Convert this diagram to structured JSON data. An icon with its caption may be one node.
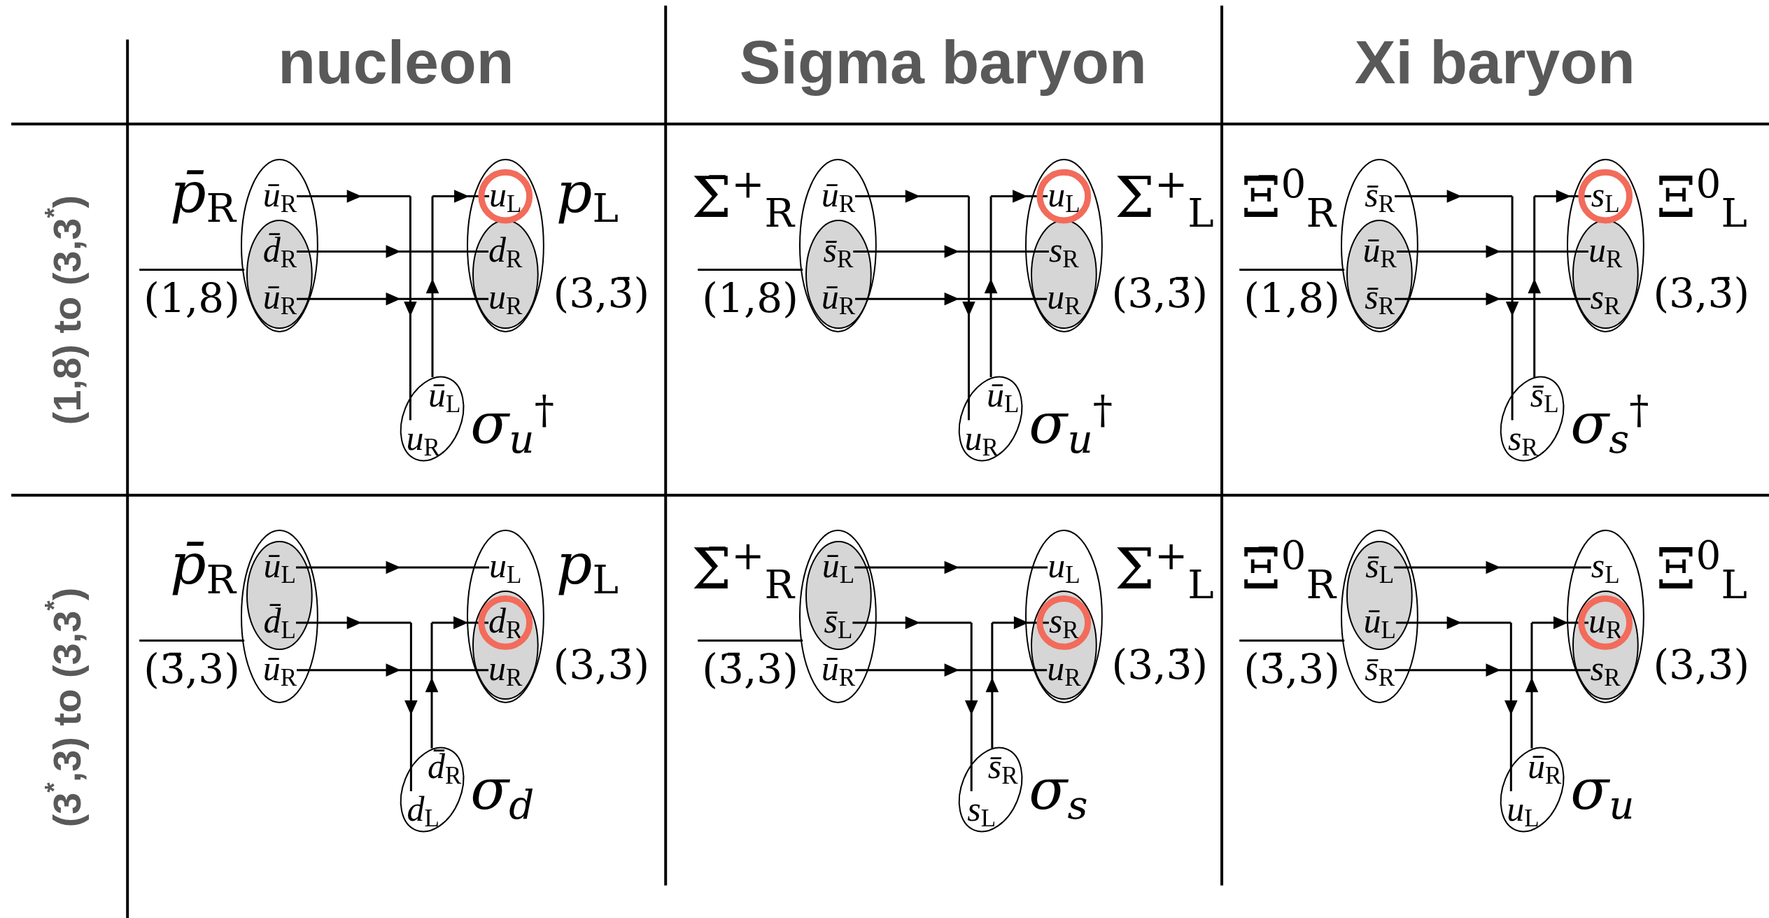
{
  "diagram": {
    "nodes": [
      {
        "text": [],
        "shape": "ellipse",
        "beside": [
          "*p̄*$_{R}$",
          "(1,8)"
        ]
      },
      {
        "text": [
          "*ū*$_{R}$"
        ],
        "in": 0
      },
      {
        "text": [],
        "shape": "ellipse",
        "in": 0
      },
      {
        "text": [
          "*d̄*$_{R}$"
        ],
        "in": 2
      },
      {
        "text": [
          "*ū*$_{R}$"
        ],
        "in": 2
      },
      {
        "text": [],
        "shape": "ellipse",
        "beside": [
          "*p*$_{L}$",
          "(3,3̄)"
        ]
      },
      {
        "text": [
          "*u*$_{L}$"
        ],
        "in": 5
      },
      {
        "text": [],
        "shape": "ellipse",
        "in": 5
      },
      {
        "text": [
          "*d*$_{R}$"
        ],
        "in": 7
      },
      {
        "text": [
          "*u*$_{R}$"
        ],
        "in": 7
      },
      {
        "text": [],
        "shape": "ellipse",
        "beside": [
          "*σ*$_{u}$$^{†}$"
        ]
      },
      {
        "text": [
          "*ū*$_{L}$"
        ],
        "in": 10
      },
      {
        "text": [
          "*u*$_{R}$"
        ],
        "in": 10
      },
      {
        "text": [],
        "shape": "ellipse",
        "beside": [
          "Σ̄$^{+}$$_{R}$",
          "(1,8)"
        ]
      },
      {
        "text": [
          "*ū*$_{R}$"
        ],
        "in": 13
      },
      {
        "text": [],
        "shape": "ellipse",
        "in": 13
      },
      {
        "text": [
          "*s̄*$_{R}$"
        ],
        "in": 15
      },
      {
        "text": [
          "*ū*$_{R}$"
        ],
        "in": 15
      },
      {
        "text": [],
        "shape": "ellipse",
        "beside": [
          "Σ$^{+}$$_{L}$",
          "(3,3̄)"
        ]
      },
      {
        "text": [
          "*u*$_{L}$"
        ],
        "in": 18
      },
      {
        "text": [],
        "shape": "ellipse",
        "in": 18
      },
      {
        "text": [
          "*s*$_{R}$"
        ],
        "in": 20
      },
      {
        "text": [
          "*u*$_{R}$"
        ],
        "in": 20
      },
      {
        "text": [],
        "shape": "ellipse",
        "beside": [
          "*σ*$_{u}$$^{†}$"
        ]
      },
      {
        "text": [
          "*ū*$_{L}$"
        ],
        "in": 23
      },
      {
        "text": [
          "*u*$_{R}$"
        ],
        "in": 23
      },
      {
        "text": [],
        "shape": "ellipse",
        "beside": [
          "Ξ̄$^{0}$$_{R}$",
          "(1,8)"
        ]
      },
      {
        "text": [
          "*s̄*$_{R}$"
        ],
        "in": 26
      },
      {
        "text": [],
        "shape": "ellipse",
        "in": 26
      },
      {
        "text": [
          "*ū*$_{R}$"
        ],
        "in": 28
      },
      {
        "text": [
          "*s̄*$_{R}$"
        ],
        "in": 28
      },
      {
        "text": [],
        "shape": "ellipse",
        "beside": [
          "Ξ$^{0}$$_{L}$",
          "(3,3̄)"
        ]
      },
      {
        "text": [
          "*s*$_{L}$"
        ],
        "in": 31
      },
      {
        "text": [],
        "shape": "ellipse",
        "in": 31
      },
      {
        "text": [
          "*u*$_{R}$"
        ],
        "in": 33
      },
      {
        "text": [
          "*s*$_{R}$"
        ],
        "in": 33
      },
      {
        "text": [],
        "shape": "ellipse",
        "beside": [
          "*σ*$_{s}$$^{†}$"
        ]
      },
      {
        "text": [
          "*s̄*$_{L}$"
        ],
        "in": 36
      },
      {
        "text": [
          "*s*$_{R}$"
        ],
        "in": 36
      },
      {
        "text": [],
        "shape": "ellipse",
        "beside": [
          "*p̄*$_{R}$",
          "(3̄,3)"
        ]
      },
      {
        "text": [],
        "shape": "ellipse",
        "in": 39
      },
      {
        "text": [
          "*ū*$_{L}$"
        ],
        "in": 40
      },
      {
        "text": [
          "*d̄*$_{L}$"
        ],
        "in": 40
      },
      {
        "text": [
          "*ū*$_{R}$"
        ],
        "in": 39
      },
      {
        "text": [],
        "shape": "ellipse",
        "beside": [
          "*p*$_{L}$",
          "(3,3̄)"
        ]
      },
      {
        "text": [
          "*u*$_{L}$"
        ],
        "in": 44
      },
      {
        "text": [],
        "shape": "ellipse",
        "in": 44
      },
      {
        "text": [
          "*d*$_{R}$"
        ],
        "in": 46
      },
      {
        "text": [
          "*u*$_{R}$"
        ],
        "in": 46
      },
      {
        "text": [],
        "shape": "ellipse",
        "beside": [
          "*σ*$_{d}$"
        ]
      },
      {
        "text": [
          "*d̄*$_{R}$"
        ],
        "in": 49
      },
      {
        "text": [
          "*d*$_{L}$"
        ],
        "in": 49
      },
      {
        "text": [],
        "shape": "ellipse",
        "beside": [
          "Σ̄$^{+}$$_{R}$",
          "(3̄,3)"
        ]
      },
      {
        "text": [],
        "shape": "ellipse",
        "in": 52
      },
      {
        "text": [
          "*ū*$_{L}$"
        ],
        "in": 53
      },
      {
        "text": [
          "*s̄*$_{L}$"
        ],
        "in": 53
      },
      {
        "text": [
          "*ū*$_{R}$"
        ],
        "in": 52
      },
      {
        "text": [],
        "shape": "ellipse",
        "beside": [
          "Σ$^{+}$$_{L}$",
          "(3,3̄)"
        ]
      },
      {
        "text": [
          "*u*$_{L}$"
        ],
        "in": 57
      },
      {
        "text": [],
        "shape": "ellipse",
        "in": 57
      },
      {
        "text": [
          "*s*$_{R}$"
        ],
        "in": 59
      },
      {
        "text": [
          "*u*$_{R}$"
        ],
        "in": 59
      },
      {
        "text": [],
        "shape": "ellipse",
        "beside": [
          "*σ*$_{s}$"
        ]
      },
      {
        "text": [
          "*s̄*$_{R}$"
        ],
        "in": 62
      },
      {
        "text": [
          "*s*$_{L}$"
        ],
        "in": 62
      },
      {
        "text": [],
        "shape": "ellipse",
        "beside": [
          "Ξ̄$^{0}$$_{R}$",
          "(3̄,3)"
        ]
      },
      {
        "text": [],
        "shape": "ellipse",
        "in": 65
      },
      {
        "text": [
          "*s̄*$_{L}$"
        ],
        "in": 66
      },
      {
        "text": [
          "*ū*$_{L}$"
        ],
        "in": 66
      },
      {
        "text": [
          "*s̄*$_{R}$"
        ],
        "in": 65
      },
      {
        "text": [],
        "shape": "ellipse",
        "beside": [
          "Ξ$^{0}$$_{L}$",
          "(3,3̄)"
        ]
      },
      {
        "text": [
          "*s*$_{L}$"
        ],
        "in": 70
      },
      {
        "text": [],
        "shape": "ellipse",
        "in": 70
      },
      {
        "text": [
          "*u*$_{R}$"
        ],
        "in": 72
      },
      {
        "text": [
          "*s*$_{R}$"
        ],
        "in": 72
      },
      {
        "text": [],
        "shape": "ellipse",
        "beside": [
          "*σ*$_{u}$"
        ]
      },
      {
        "text": [
          "*ū*$_{R}$"
        ],
        "in": 75
      },
      {
        "text": [
          "*u*$_{L}$"
        ],
        "in": 75
      }
    ],
    "edges": [
      {
        "from": 1,
        "to": 12,
        "arrow": "to"
      },
      {
        "from": 11,
        "to": 6,
        "arrow": "to"
      },
      {
        "from": 3,
        "to": 8,
        "arrow": "to"
      },
      {
        "from": 4,
        "to": 9,
        "arrow": "to"
      },
      {
        "from": 14,
        "to": 25,
        "arrow": "to"
      },
      {
        "from": 24,
        "to": 19,
        "arrow": "to"
      },
      {
        "from": 16,
        "to": 21,
        "arrow": "to"
      },
      {
        "from": 17,
        "to": 22,
        "arrow": "to"
      },
      {
        "from": 27,
        "to": 38,
        "arrow": "to"
      },
      {
        "from": 37,
        "to": 32,
        "arrow": "to"
      },
      {
        "from": 29,
        "to": 34,
        "arrow": "to"
      },
      {
        "from": 30,
        "to": 35,
        "arrow": "to"
      },
      {
        "from": 41,
        "to": 45,
        "arrow": "to"
      },
      {
        "from": 42,
        "to": 51,
        "arrow": "to"
      },
      {
        "from": 50,
        "to": 47,
        "arrow": "to"
      },
      {
        "from": 43,
        "to": 48,
        "arrow": "to"
      },
      {
        "from": 54,
        "to": 58,
        "arrow": "to"
      },
      {
        "from": 55,
        "to": 64,
        "arrow": "to"
      },
      {
        "from": 63,
        "to": 60,
        "arrow": "to"
      },
      {
        "from": 56,
        "to": 61,
        "arrow": "to"
      },
      {
        "from": 67,
        "to": 71,
        "arrow": "to"
      },
      {
        "from": 68,
        "to": 77,
        "arrow": "to"
      },
      {
        "from": 76,
        "to": 73,
        "arrow": "to"
      },
      {
        "from": 69,
        "to": 74,
        "arrow": "to"
      }
    ],
    "labels": [
      "nucleon",
      "Sigma baryon",
      "Xi baryon",
      "(1,8) to (3,3$^{*}$)",
      "(3$^{*}$,3) to (3,3$^{*}$)"
    ]
  }
}
